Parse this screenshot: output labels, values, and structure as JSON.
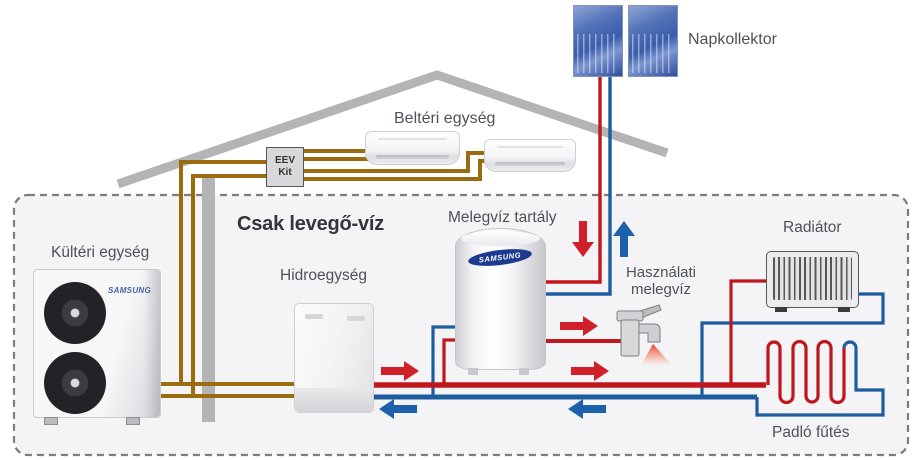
{
  "diagram": {
    "title": "Csak levegő-víz",
    "brand": "SAMSUNG",
    "labels": {
      "solar_collector": "Napkollektor",
      "indoor_unit": "Beltéri egység",
      "eev_kit_line1": "EEV",
      "eev_kit_line2": "Kit",
      "outdoor_unit": "Kültéri egység",
      "hydro_unit": "Hidroegység",
      "hot_water_tank": "Melegvíz tartály",
      "domestic_hot_water": "Használati melegvíz",
      "radiator": "Radiátor",
      "floor_heating": "Padló fűtés"
    },
    "colors": {
      "hot_water_pipe": "#c0161d",
      "cold_water_pipe": "#1d5d9f",
      "refrigerant_pipe": "#9b6b10",
      "roof_gray": "#b4b4b7",
      "title_text": "#32353a",
      "label_text": "#4d5258",
      "boundary_dash": "#7d7d80",
      "solar_panel_blue": "#3a5dab",
      "samsung_logo_blue": "#1e3c8f"
    }
  }
}
